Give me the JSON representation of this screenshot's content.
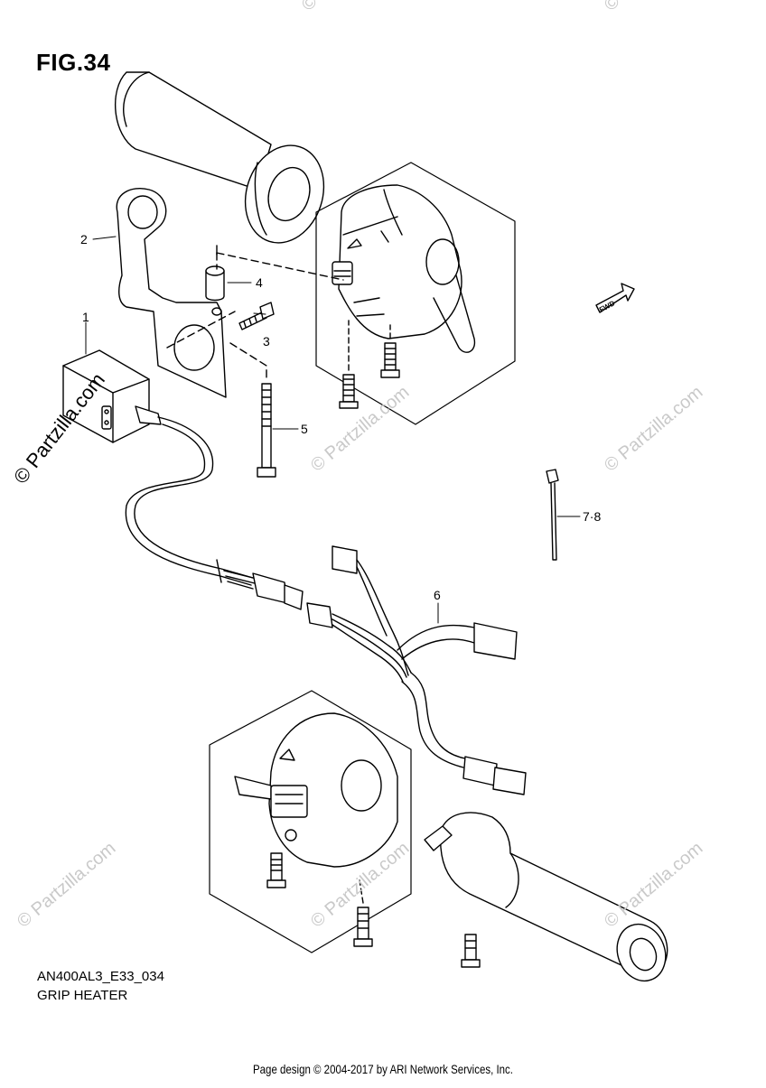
{
  "figure": {
    "title": "FIG.34",
    "model_code": "AN400AL3_E33_034",
    "caption": "GRIP HEATER"
  },
  "callouts": [
    {
      "id": "1",
      "label": "1"
    },
    {
      "id": "2",
      "label": "2"
    },
    {
      "id": "3",
      "label": "3"
    },
    {
      "id": "4",
      "label": "4"
    },
    {
      "id": "5",
      "label": "5"
    },
    {
      "id": "6",
      "label": "6"
    },
    {
      "id": "7-8",
      "label": "7·8"
    }
  ],
  "fwd_label": "FWD",
  "watermark": {
    "text": "© Partzilla.com",
    "primary_text": "© Partzilla.com"
  },
  "footer": "Page design © 2004-2017 by ARI Network Services, Inc."
}
